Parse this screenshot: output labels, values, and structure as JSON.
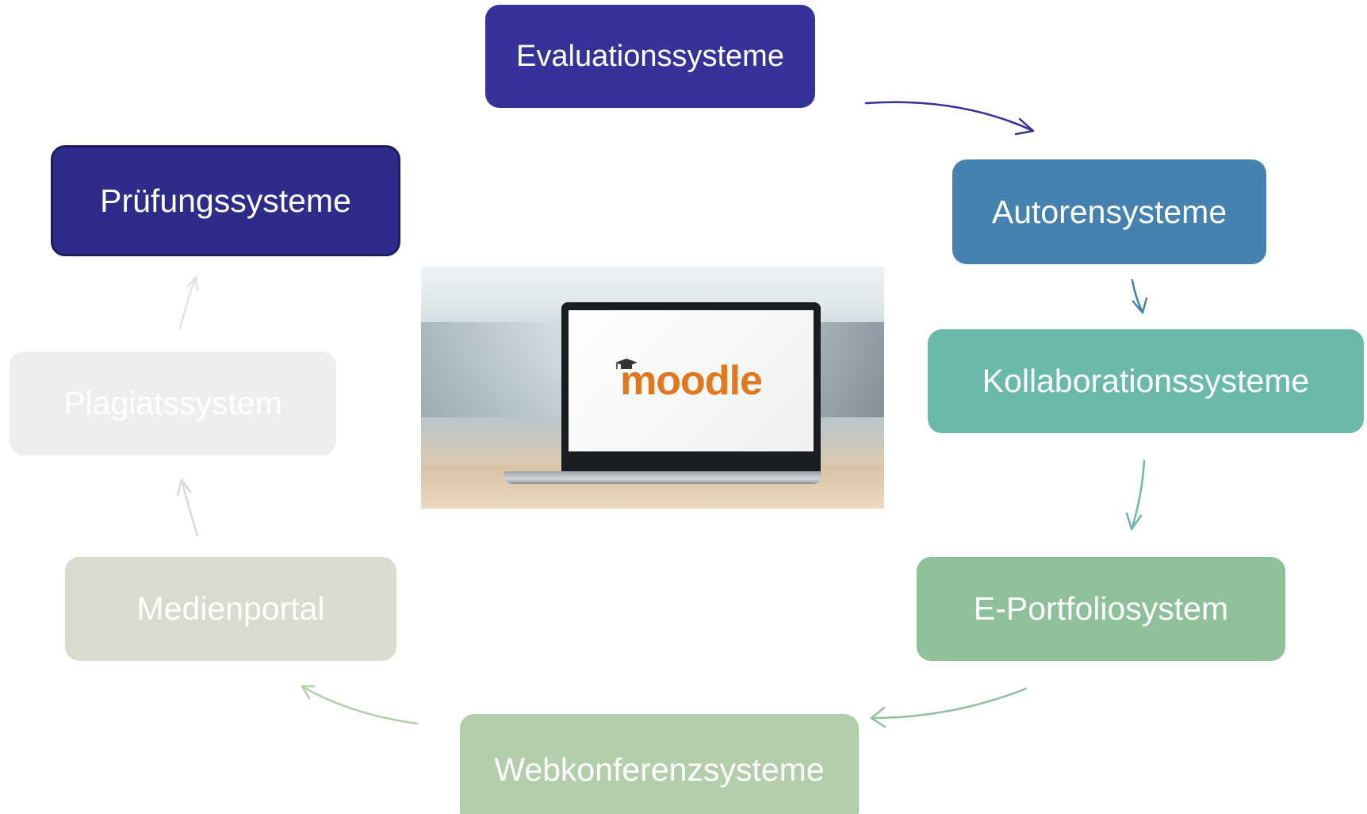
{
  "diagram": {
    "nodes": [
      {
        "id": "evaluationssysteme",
        "label": "Evaluationssysteme",
        "color": "#35339a"
      },
      {
        "id": "autorensysteme",
        "label": "Autorensysteme",
        "color": "#4582b0"
      },
      {
        "id": "kollaborationssysteme",
        "label": "Kollaborationssysteme",
        "color": "#6ab9ab"
      },
      {
        "id": "e-portfoliosystem",
        "label": "E-Portfoliosystem",
        "color": "#8ec19a"
      },
      {
        "id": "webkonferenzsysteme",
        "label": "Webkonferenzsysteme",
        "color": "#b3ceaa"
      },
      {
        "id": "medienportal",
        "label": "Medienportal",
        "color": "#d8dbce"
      },
      {
        "id": "plagiatssystem",
        "label": "Plagiatssystem",
        "color": "#eeeeec"
      },
      {
        "id": "pruefungssysteme",
        "label": "Prüfungssysteme",
        "color": "#2d2c8a"
      }
    ],
    "edges": [
      {
        "from": "evaluationssysteme",
        "to": "autorensysteme",
        "color": "#35339a"
      },
      {
        "from": "autorensysteme",
        "to": "kollaborationssysteme",
        "color": "#4582b0"
      },
      {
        "from": "kollaborationssysteme",
        "to": "e-portfoliosystem",
        "color": "#6ab9ab"
      },
      {
        "from": "e-portfoliosystem",
        "to": "webkonferenzsysteme",
        "color": "#8ec19a"
      },
      {
        "from": "webkonferenzsysteme",
        "to": "medienportal",
        "color": "#b3ceaa"
      },
      {
        "from": "medienportal",
        "to": "plagiatssystem",
        "color": "#d8dbce"
      },
      {
        "from": "plagiatssystem",
        "to": "pruefungssysteme",
        "color": "#e3e3e0"
      }
    ],
    "center_image": {
      "logo_text": "moodle",
      "logo_color": "#e0781f"
    }
  }
}
